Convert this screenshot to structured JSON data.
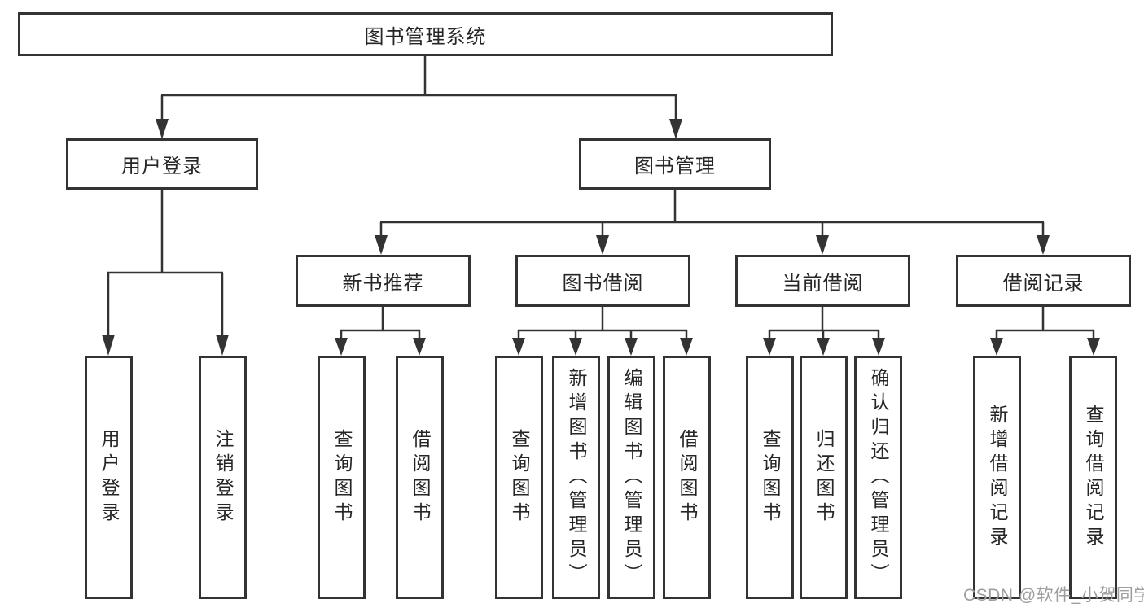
{
  "diagram": {
    "root": "图书管理系统",
    "branches": [
      {
        "label": "用户登录",
        "children": [
          "用户登录",
          "注销登录"
        ]
      },
      {
        "label": "图书管理",
        "groups": [
          {
            "label": "新书推荐",
            "children": [
              "查询图书",
              "借阅图书"
            ]
          },
          {
            "label": "图书借阅",
            "children": [
              "查询图书",
              "新增图书（管理员）",
              "编辑图书（管理员）",
              "借阅图书"
            ]
          },
          {
            "label": "当前借阅",
            "children": [
              "查询图书",
              "归还图书",
              "确认归还（管理员）"
            ]
          },
          {
            "label": "借阅记录",
            "children": [
              "新增借阅记录",
              "查询借阅记录"
            ]
          }
        ]
      }
    ]
  },
  "watermark": "CSDN @软件_小贺同学",
  "colors": {
    "line": "#333333",
    "box_border": "#333333",
    "text": "#262626",
    "watermark": "#9e9e9e",
    "background": "#ffffff"
  }
}
